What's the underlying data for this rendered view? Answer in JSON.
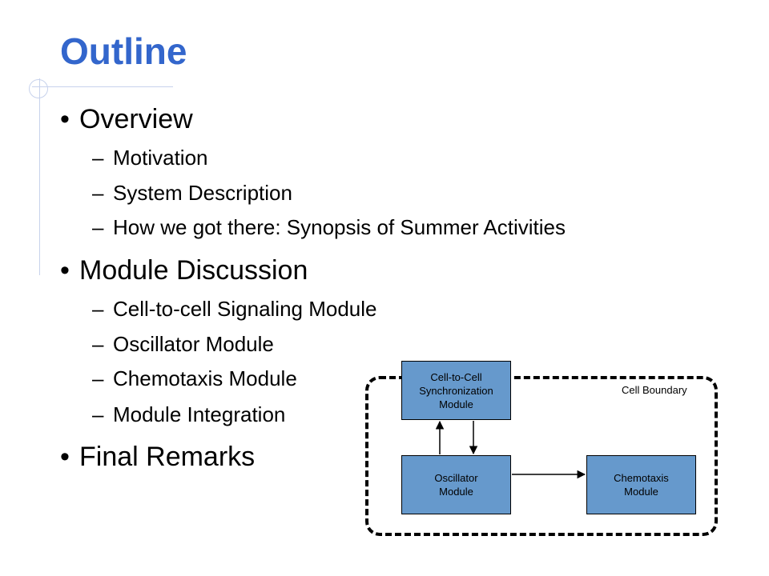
{
  "slide": {
    "title": "Outline",
    "sections": [
      {
        "label": "Overview",
        "items": [
          "Motivation",
          "System Description",
          "How we got there: Synopsis of Summer Activities"
        ]
      },
      {
        "label": "Module Discussion",
        "items": [
          "Cell-to-cell Signaling Module",
          "Oscillator Module",
          "Chemotaxis Module",
          "Module Integration"
        ]
      },
      {
        "label": "Final Remarks",
        "items": []
      }
    ],
    "bullet_glyph": "•",
    "dash_glyph": "–"
  },
  "diagram": {
    "boundary_label": "Cell Boundary",
    "modules": {
      "sync": "Cell-to-Cell\nSynchronization\nModule",
      "oscillator": "Oscillator\nModule",
      "chemotaxis": "Chemotaxis\nModule"
    }
  },
  "colors": {
    "title": "#3366cc",
    "module_fill": "#6699cc",
    "decoration": "#c7d2ec"
  }
}
